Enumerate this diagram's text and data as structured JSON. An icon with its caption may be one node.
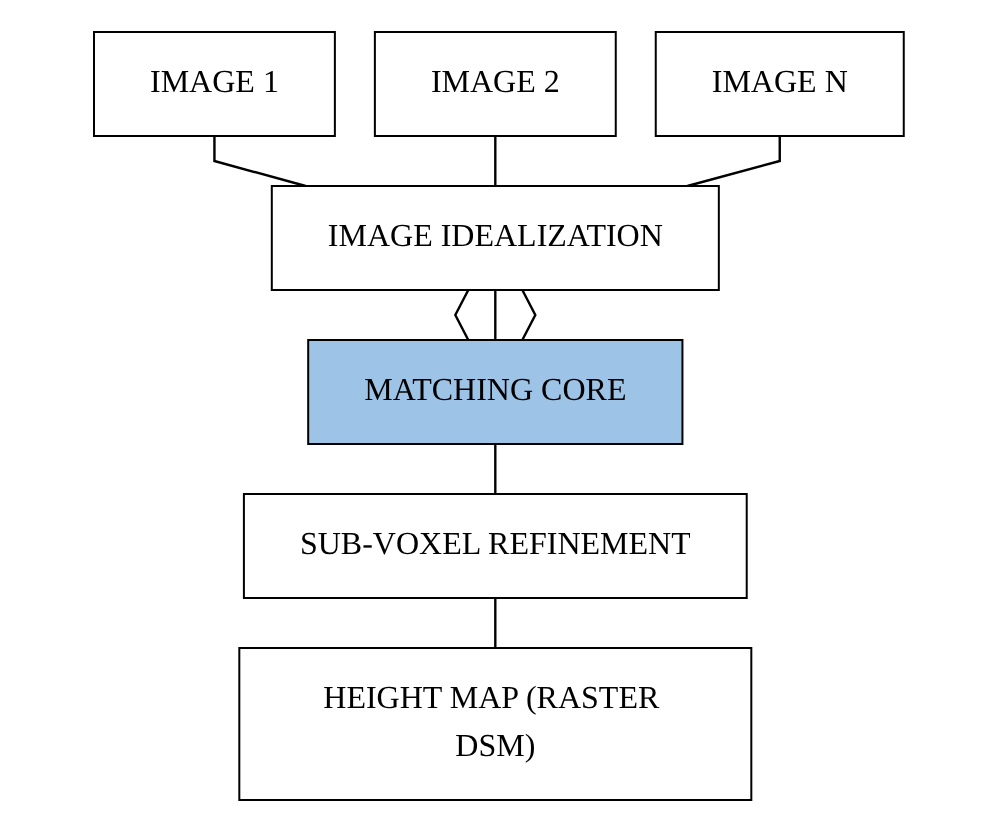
{
  "diagram": {
    "nodes": [
      {
        "text": [
          "IMAGE 1"
        ]
      },
      {
        "text": [
          "IMAGE 2"
        ]
      },
      {
        "text": [
          "IMAGE N"
        ]
      },
      {
        "text": [
          "IMAGE IDEALIZATION"
        ]
      },
      {
        "text": [
          "MATCHING CORE"
        ]
      },
      {
        "text": [
          "SUB-VOXEL REFINEMENT"
        ]
      },
      {
        "text": [
          "HEIGHT MAP (RASTER DSM)"
        ]
      }
    ],
    "edges": [
      {
        "from": 0,
        "to": 3,
        "arrow": "none"
      },
      {
        "from": 1,
        "to": 3,
        "arrow": "none"
      },
      {
        "from": 2,
        "to": 3,
        "arrow": "none"
      },
      {
        "from": 3,
        "to": 4,
        "arrow": "none"
      },
      {
        "from": 3,
        "to": 4,
        "arrow": "none"
      },
      {
        "from": 3,
        "to": 4,
        "arrow": "none"
      },
      {
        "from": 4,
        "to": 5,
        "arrow": "none"
      },
      {
        "from": 5,
        "to": 6,
        "arrow": "none"
      }
    ]
  }
}
